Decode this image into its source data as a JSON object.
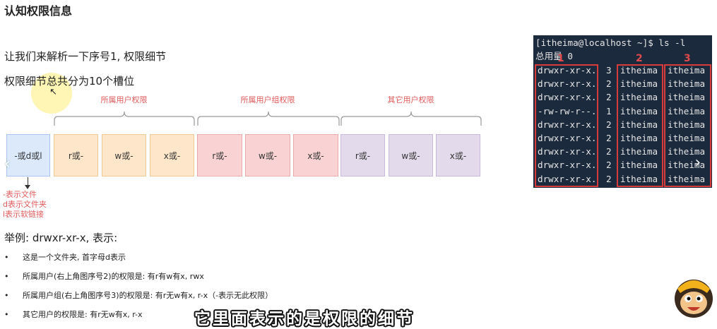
{
  "heading": "认知权限信息",
  "line1": "让我们来解析一下序号1, 权限细节",
  "line2": "权限细节总共分为10个槽位",
  "groups": {
    "user": "所属用户权限",
    "group": "所属用户组权限",
    "other": "其它用户权限"
  },
  "slots": [
    "-或d或l",
    "r或-",
    "w或-",
    "x或-",
    "r或-",
    "w或-",
    "x或-",
    "r或-",
    "w或-",
    "x或-"
  ],
  "type_notes": [
    "-表示文件",
    "d表示文件夹",
    "l表示软链接"
  ],
  "example": "举例: drwxr-xr-x, 表示:",
  "bullet_mark": "•",
  "bullets": [
    "这是一个文件夹, 首字母d表示",
    "所属用户(右上角图序号2)的权限是: 有r有w有x, rwx",
    "所属用户组(右上角图序号3)的权限是: 有r无w有x, r-x（-表示无此权限）",
    "其它用户的权限是: 有r无w有x, r-x"
  ],
  "subtitle": "它里面表示的是权限的细节",
  "terminal": {
    "prompt": "[itheima@localhost ~]$ ls -l",
    "total": "总用量 0",
    "rows": [
      {
        "perm": "drwxr-xr-x.",
        "n": "3",
        "user": "itheima",
        "group": "itheima"
      },
      {
        "perm": "drwxr-xr-x.",
        "n": "2",
        "user": "itheima",
        "group": "itheima"
      },
      {
        "perm": "drwxr-xr-x.",
        "n": "2",
        "user": "itheima",
        "group": "itheima"
      },
      {
        "perm": "-rw-rw-r--.",
        "n": "1",
        "user": "itheima",
        "group": "itheima"
      },
      {
        "perm": "drwxr-xr-x.",
        "n": "2",
        "user": "itheima",
        "group": "itheima"
      },
      {
        "perm": "drwxr-xr-x.",
        "n": "2",
        "user": "itheima",
        "group": "itheima"
      },
      {
        "perm": "drwxr-xr-x.",
        "n": "2",
        "user": "itheima",
        "group": "itheima"
      },
      {
        "perm": "drwxr-xr-x.",
        "n": "2",
        "user": "itheima",
        "group": "itheima"
      },
      {
        "perm": "drwxr-xr-x.",
        "n": "2",
        "user": "itheima",
        "group": "itheima"
      }
    ],
    "markers": [
      "1",
      "2",
      "3"
    ]
  },
  "nav": {
    "prev": "‹",
    "next": "›"
  },
  "icons": {
    "cursor": "pointer-cursor-icon",
    "mascot": "monkey-mascot-icon"
  },
  "colors": {
    "accent_red": "#d93a3a",
    "group_label": "#e25b5b",
    "terminal_bg": "#1c2a3d"
  }
}
